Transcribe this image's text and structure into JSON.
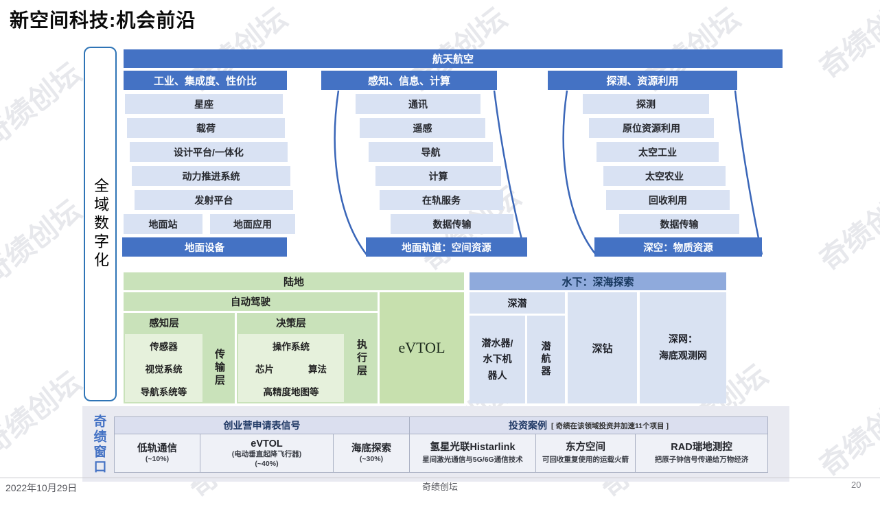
{
  "page": {
    "title": "新空间科技:机会前沿"
  },
  "watermark": {
    "text": "奇绩创坛"
  },
  "left_rail": {
    "label": "全域数字化"
  },
  "aerospace": {
    "banner": "航天航空",
    "columns": [
      {
        "header": "工业、集成度、性价比",
        "items": [
          "星座",
          "载荷",
          "设计平台/一体化",
          "动力推进系统",
          "发射平台"
        ],
        "split_items": [
          "地面站",
          "地面应用"
        ],
        "footer": "地面设备"
      },
      {
        "header": "感知、信息、计算",
        "items": [
          "通讯",
          "遥感",
          "导航",
          "计算",
          "在轨服务",
          "数据传输"
        ],
        "footer": "地面轨道：空间资源"
      },
      {
        "header": "探测、资源利用",
        "items": [
          "探测",
          "原位资源利用",
          "太空工业",
          "太空农业",
          "回收利用",
          "数据传输"
        ],
        "footer": "深空：物质资源"
      }
    ]
  },
  "land": {
    "header": "陆地",
    "autonomous_driving": "自动驾驶",
    "perception": {
      "header": "感知层",
      "items": [
        "传感器",
        "视觉系统",
        "导航系统等"
      ]
    },
    "transmission_layer": "传输层",
    "decision": {
      "header": "决策层",
      "row1": "操作系统",
      "row2a": "芯片",
      "row2b": "算法",
      "row3": "高精度地图等"
    },
    "execution_layer": "执行层",
    "evtol": "eVTOL"
  },
  "underwater": {
    "header": "水下：深海探索",
    "deep_dive": "深潜",
    "submersible": "潜水器/\n水下机\n器人",
    "glider": "潜航器",
    "deep_drill": "深钻",
    "deep_net": "深网：\n海底观测网"
  },
  "window": {
    "label": "奇绩窗口",
    "table": {
      "header_left": "创业营申请表信号",
      "header_right": "投资案例",
      "header_right_note": "[ 奇绩在该领域投资并加速11个项目 ]",
      "signals": [
        {
          "name": "低轨通信",
          "pct": "(~10%)"
        },
        {
          "name": "eVTOL",
          "note": "(电动垂直起降飞行器)",
          "pct": "(~40%)"
        },
        {
          "name": "海底探索",
          "pct": "(~30%)"
        }
      ],
      "cases": [
        {
          "name": "氢星光联Histarlink",
          "desc": "星间激光通信与5G/6G通信技术"
        },
        {
          "name": "东方空间",
          "desc": "可回收重复使用的运载火箭"
        },
        {
          "name": "RAD瑞地测控",
          "desc": "把原子钟信号传递给万物经济"
        }
      ]
    }
  },
  "footer": {
    "date": "2022年10月29日",
    "center": "奇绩创坛",
    "page": "20"
  }
}
